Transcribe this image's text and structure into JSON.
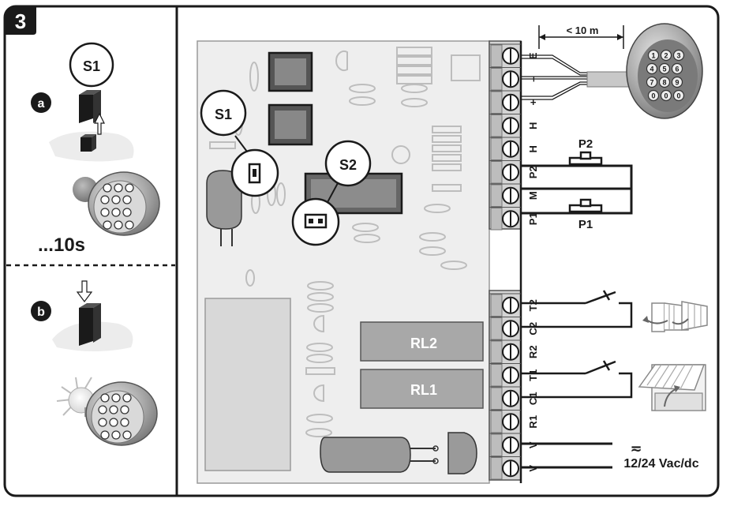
{
  "figure": {
    "step_number": "3",
    "left_panel": {
      "steps": [
        {
          "letter": "a",
          "jumper_label": "S1",
          "duration": "...10s"
        },
        {
          "letter": "b"
        }
      ]
    },
    "board": {
      "jumpers": {
        "s1": "S1",
        "s2": "S2"
      },
      "relays": {
        "rl2": "RL2",
        "rl1": "RL1"
      },
      "terminals": [
        "E",
        "–",
        "+",
        "H",
        "H",
        "P2",
        "M",
        "P1",
        "T2",
        "C2",
        "R2",
        "T1",
        "C1",
        "R1",
        "V",
        "V"
      ]
    },
    "keypad": {
      "distance_label": "< 10 m",
      "keys": [
        "1",
        "2",
        "3",
        "4",
        "5",
        "6",
        "7",
        "8",
        "9",
        "0",
        "0",
        "0"
      ]
    },
    "pushbuttons": {
      "p2": "P2",
      "p1": "P1"
    },
    "power": {
      "symbol": "≂",
      "label": "12/24 Vac/dc"
    }
  },
  "colors": {
    "frame": "#1a1a1a",
    "board_fill": "#eeeeee",
    "relay_fill": "#a8a8a8",
    "component_fill": "#9a9a9a",
    "terminal_fill": "#d4d4d4",
    "keypad_fill": "#8c8c8c"
  }
}
